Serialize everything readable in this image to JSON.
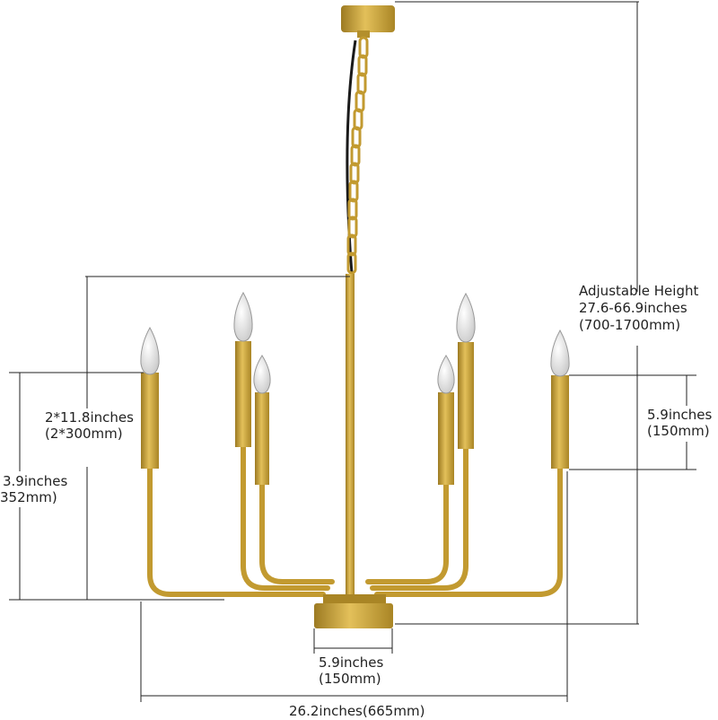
{
  "colors": {
    "brass": "#c9a137",
    "brass_dark": "#9c7a22",
    "line": "#222222",
    "wire": "#1a1a1a"
  },
  "dimensions": {
    "adjustable_height": {
      "title": "Adjustable Height",
      "inches": "27.6-66.9inches",
      "mm": "(700-1700mm)"
    },
    "candle_sleeve": {
      "inches": "5.9inches",
      "mm": "(150mm)"
    },
    "rod": {
      "inches": "2*11.8inches",
      "mm": "(2*300mm)"
    },
    "body_height": {
      "inches": "3.9inches",
      "mm": "352mm)"
    },
    "base": {
      "inches": "5.9inches",
      "mm": "(150mm)"
    },
    "width": {
      "text": "26.2inches(665mm)"
    }
  }
}
